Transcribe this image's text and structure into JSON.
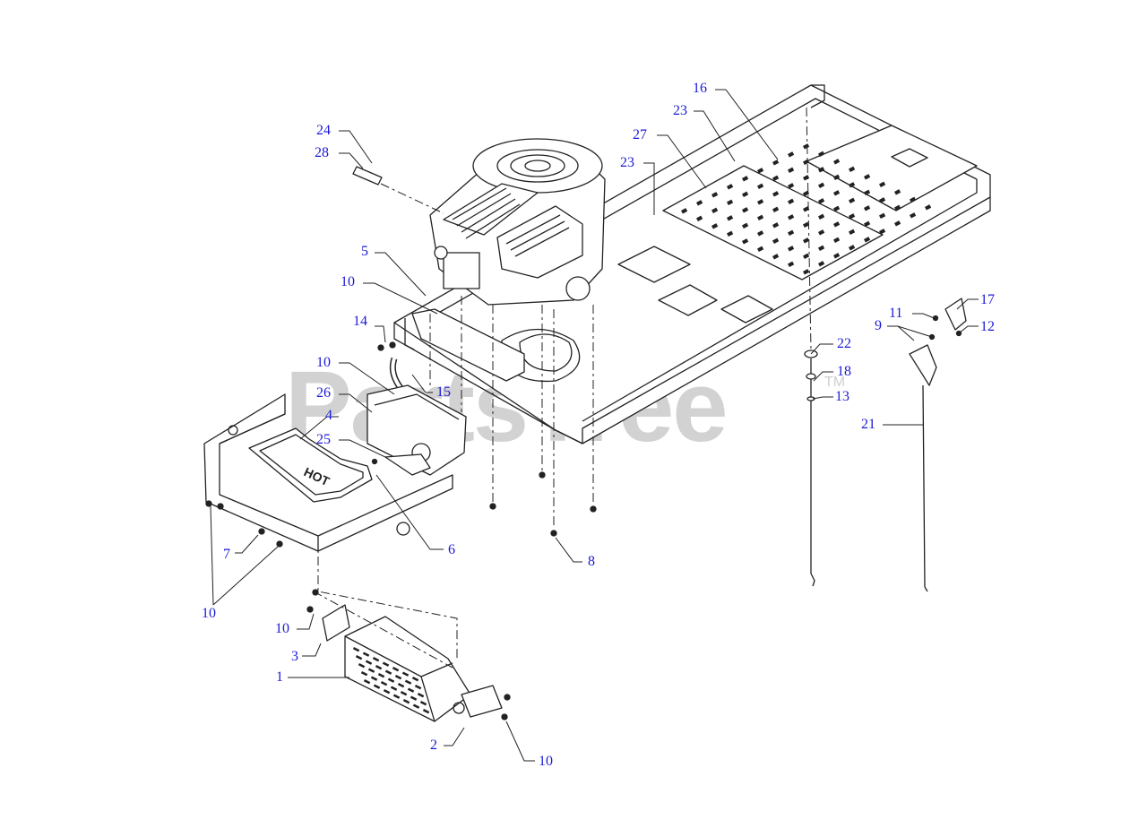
{
  "watermark": {
    "text": "PartsTree",
    "tm": "TM"
  },
  "hot_label": "HOT",
  "callouts": [
    {
      "id": "c24a",
      "text": "24"
    },
    {
      "id": "c28",
      "text": "28"
    },
    {
      "id": "c5",
      "text": "5"
    },
    {
      "id": "c10a",
      "text": "10"
    },
    {
      "id": "c14",
      "text": "14"
    },
    {
      "id": "c10b",
      "text": "10"
    },
    {
      "id": "c15",
      "text": "15"
    },
    {
      "id": "c26",
      "text": "26"
    },
    {
      "id": "c4",
      "text": "4"
    },
    {
      "id": "c25",
      "text": "25"
    },
    {
      "id": "c6",
      "text": "6"
    },
    {
      "id": "c7",
      "text": "7"
    },
    {
      "id": "c10c",
      "text": "10"
    },
    {
      "id": "c8",
      "text": "8"
    },
    {
      "id": "c10d",
      "text": "10"
    },
    {
      "id": "c3",
      "text": "3"
    },
    {
      "id": "c1",
      "text": "1"
    },
    {
      "id": "c2",
      "text": "2"
    },
    {
      "id": "c10e",
      "text": "10"
    },
    {
      "id": "c16",
      "text": "16"
    },
    {
      "id": "c23a",
      "text": "23"
    },
    {
      "id": "c27",
      "text": "27"
    },
    {
      "id": "c23b",
      "text": "23"
    },
    {
      "id": "c22",
      "text": "22"
    },
    {
      "id": "c18",
      "text": "18"
    },
    {
      "id": "c13",
      "text": "13"
    },
    {
      "id": "c21",
      "text": "21"
    },
    {
      "id": "c11",
      "text": "11"
    },
    {
      "id": "c9",
      "text": "9"
    },
    {
      "id": "c17",
      "text": "17"
    },
    {
      "id": "c12",
      "text": "12"
    }
  ],
  "colors": {
    "callout": "#1a1ad6",
    "line": "#222222",
    "watermark": "#d2d2d2"
  }
}
